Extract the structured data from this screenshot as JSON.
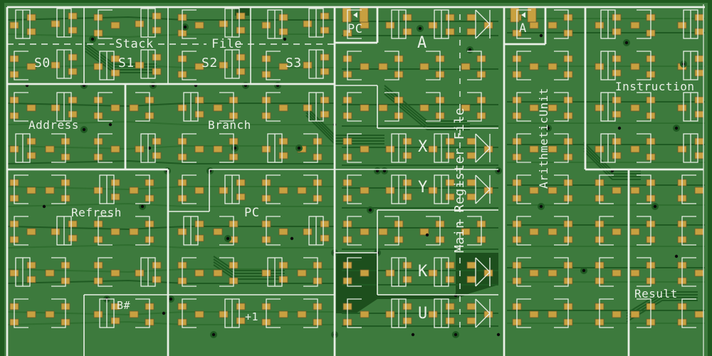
{
  "board": {
    "colors": {
      "substrate": "#3d7a3d",
      "edge": "#1f5a1f",
      "trace": "#1f5a22",
      "trace_light": "#2f6e2f",
      "pad": "#c8a040",
      "pad_outline": "#6b5a2a",
      "silkscreen": "#e9efe6",
      "via": "#0b0b0b",
      "pour": "#1d4f1d"
    }
  },
  "sections": {
    "stack_file": {
      "title_left": "Stack",
      "title_right": "File",
      "slots": [
        "S0",
        "S1",
        "S2",
        "S3"
      ]
    },
    "pc_indicator": {
      "label": "PC"
    },
    "a_indicator": {
      "label": "A"
    },
    "a_register": {
      "label": "A"
    },
    "instruction": {
      "label": "Instruction"
    },
    "address": {
      "label": "Address"
    },
    "branch": {
      "label": "Branch"
    },
    "refresh": {
      "label": "Refresh"
    },
    "pc": {
      "label": "PC"
    },
    "bsharp": {
      "label": "B#"
    },
    "plus_one": {
      "label": "+1"
    },
    "main_register_file": {
      "label": "Main Register File",
      "registers": [
        "X",
        "Y",
        "K",
        "U"
      ]
    },
    "arithmetic_unit": {
      "label": "ArithmeticUnit"
    },
    "result": {
      "label": "Result"
    }
  }
}
